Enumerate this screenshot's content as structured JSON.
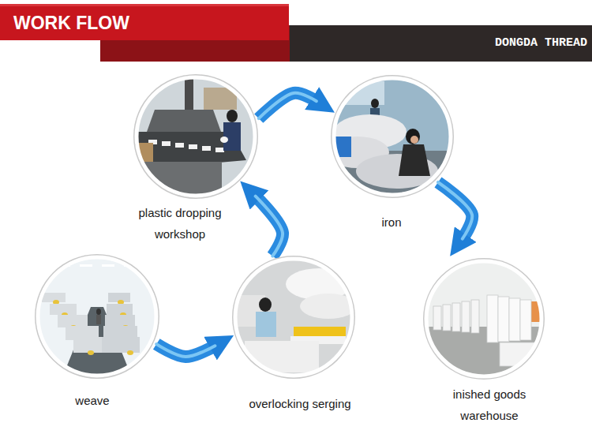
{
  "diagram": {
    "title": "WORK FLOW",
    "nodes": [
      {
        "text": [
          "plastic dropping workshop"
        ]
      },
      {
        "text": [
          "iron"
        ]
      },
      {
        "text": [
          "weave"
        ]
      },
      {
        "text": [
          "overlocking serging"
        ]
      },
      {
        "text": [
          "inished goods warehouse"
        ]
      }
    ],
    "edges": [
      {
        "from": 0,
        "to": 1,
        "arrow": "to"
      },
      {
        "from": 1,
        "to": 4,
        "arrow": "to"
      },
      {
        "from": 2,
        "to": 3,
        "arrow": "to"
      },
      {
        "from": 3,
        "to": 0,
        "arrow": "to"
      }
    ],
    "labels": [
      "DONGDA THREAD"
    ]
  }
}
